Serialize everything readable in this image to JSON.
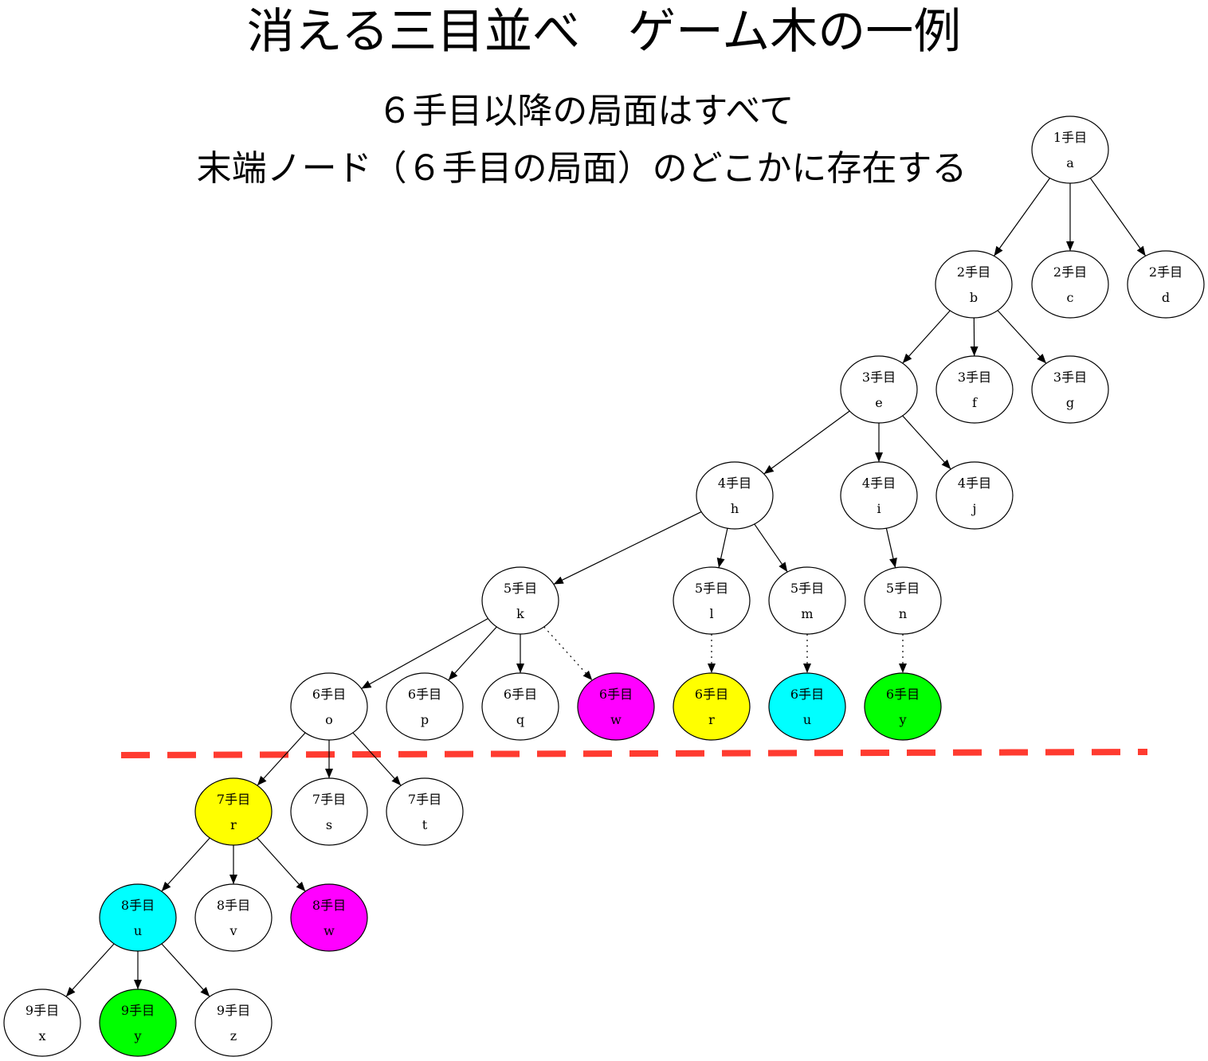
{
  "title": "消える三目並べ　ゲーム木の一例",
  "subtitle_lines": [
    "６手目以降の局面はすべて",
    "末端ノード（６手目の局面）のどこかに存在する"
  ],
  "colors": {
    "default": "#ffffff",
    "yellow": "#ffff00",
    "cyan": "#00ffff",
    "magenta": "#ff00ff",
    "green": "#00ff00",
    "divider": "#ff3b30",
    "stroke": "#000000"
  },
  "nodes": [
    {
      "id": "n-1a",
      "move": "1手目",
      "label": "a",
      "color": "default"
    },
    {
      "id": "n-2b",
      "move": "2手目",
      "label": "b",
      "color": "default"
    },
    {
      "id": "n-2c",
      "move": "2手目",
      "label": "c",
      "color": "default"
    },
    {
      "id": "n-2d",
      "move": "2手目",
      "label": "d",
      "color": "default"
    },
    {
      "id": "n-3e",
      "move": "3手目",
      "label": "e",
      "color": "default"
    },
    {
      "id": "n-3f",
      "move": "3手目",
      "label": "f",
      "color": "default"
    },
    {
      "id": "n-3g",
      "move": "3手目",
      "label": "g",
      "color": "default"
    },
    {
      "id": "n-4h",
      "move": "4手目",
      "label": "h",
      "color": "default"
    },
    {
      "id": "n-4i",
      "move": "4手目",
      "label": "i",
      "color": "default"
    },
    {
      "id": "n-4j",
      "move": "4手目",
      "label": "j",
      "color": "default"
    },
    {
      "id": "n-5k",
      "move": "5手目",
      "label": "k",
      "color": "default"
    },
    {
      "id": "n-5l",
      "move": "5手目",
      "label": "l",
      "color": "default"
    },
    {
      "id": "n-5m",
      "move": "5手目",
      "label": "m",
      "color": "default"
    },
    {
      "id": "n-5n",
      "move": "5手目",
      "label": "n",
      "color": "default"
    },
    {
      "id": "n-6o",
      "move": "6手目",
      "label": "o",
      "color": "default"
    },
    {
      "id": "n-6p",
      "move": "6手目",
      "label": "p",
      "color": "default"
    },
    {
      "id": "n-6q",
      "move": "6手目",
      "label": "q",
      "color": "default"
    },
    {
      "id": "n-6w",
      "move": "6手目",
      "label": "w",
      "color": "magenta"
    },
    {
      "id": "n-6r",
      "move": "6手目",
      "label": "r",
      "color": "yellow"
    },
    {
      "id": "n-6u",
      "move": "6手目",
      "label": "u",
      "color": "cyan"
    },
    {
      "id": "n-6y",
      "move": "6手目",
      "label": "y",
      "color": "green"
    },
    {
      "id": "n-7r",
      "move": "7手目",
      "label": "r",
      "color": "yellow"
    },
    {
      "id": "n-7s",
      "move": "7手目",
      "label": "s",
      "color": "default"
    },
    {
      "id": "n-7t",
      "move": "7手目",
      "label": "t",
      "color": "default"
    },
    {
      "id": "n-8u",
      "move": "8手目",
      "label": "u",
      "color": "cyan"
    },
    {
      "id": "n-8v",
      "move": "8手目",
      "label": "v",
      "color": "default"
    },
    {
      "id": "n-8w",
      "move": "8手目",
      "label": "w",
      "color": "magenta"
    },
    {
      "id": "n-9x",
      "move": "9手目",
      "label": "x",
      "color": "default"
    },
    {
      "id": "n-9y",
      "move": "9手目",
      "label": "y",
      "color": "green"
    },
    {
      "id": "n-9z",
      "move": "9手目",
      "label": "z",
      "color": "default"
    }
  ],
  "edges": [
    {
      "from": "n-1a",
      "to": "n-2b",
      "style": "solid"
    },
    {
      "from": "n-1a",
      "to": "n-2c",
      "style": "solid"
    },
    {
      "from": "n-1a",
      "to": "n-2d",
      "style": "solid"
    },
    {
      "from": "n-2b",
      "to": "n-3e",
      "style": "solid"
    },
    {
      "from": "n-2b",
      "to": "n-3f",
      "style": "solid"
    },
    {
      "from": "n-2b",
      "to": "n-3g",
      "style": "solid"
    },
    {
      "from": "n-3e",
      "to": "n-4h",
      "style": "solid"
    },
    {
      "from": "n-3e",
      "to": "n-4i",
      "style": "solid"
    },
    {
      "from": "n-3e",
      "to": "n-4j",
      "style": "solid"
    },
    {
      "from": "n-4h",
      "to": "n-5k",
      "style": "solid"
    },
    {
      "from": "n-4h",
      "to": "n-5l",
      "style": "solid"
    },
    {
      "from": "n-4h",
      "to": "n-5m",
      "style": "solid"
    },
    {
      "from": "n-4i",
      "to": "n-5n",
      "style": "solid"
    },
    {
      "from": "n-5k",
      "to": "n-6o",
      "style": "solid"
    },
    {
      "from": "n-5k",
      "to": "n-6p",
      "style": "solid"
    },
    {
      "from": "n-5k",
      "to": "n-6q",
      "style": "solid"
    },
    {
      "from": "n-5k",
      "to": "n-6w",
      "style": "dotted"
    },
    {
      "from": "n-5l",
      "to": "n-6r",
      "style": "dotted"
    },
    {
      "from": "n-5m",
      "to": "n-6u",
      "style": "dotted"
    },
    {
      "from": "n-5n",
      "to": "n-6y",
      "style": "dotted"
    },
    {
      "from": "n-6o",
      "to": "n-7r",
      "style": "solid"
    },
    {
      "from": "n-6o",
      "to": "n-7s",
      "style": "solid"
    },
    {
      "from": "n-6o",
      "to": "n-7t",
      "style": "solid"
    },
    {
      "from": "n-7r",
      "to": "n-8u",
      "style": "solid"
    },
    {
      "from": "n-7r",
      "to": "n-8v",
      "style": "solid"
    },
    {
      "from": "n-7r",
      "to": "n-8w",
      "style": "solid"
    },
    {
      "from": "n-8u",
      "to": "n-9x",
      "style": "solid"
    },
    {
      "from": "n-8u",
      "to": "n-9y",
      "style": "solid"
    },
    {
      "from": "n-8u",
      "to": "n-9z",
      "style": "solid"
    }
  ]
}
